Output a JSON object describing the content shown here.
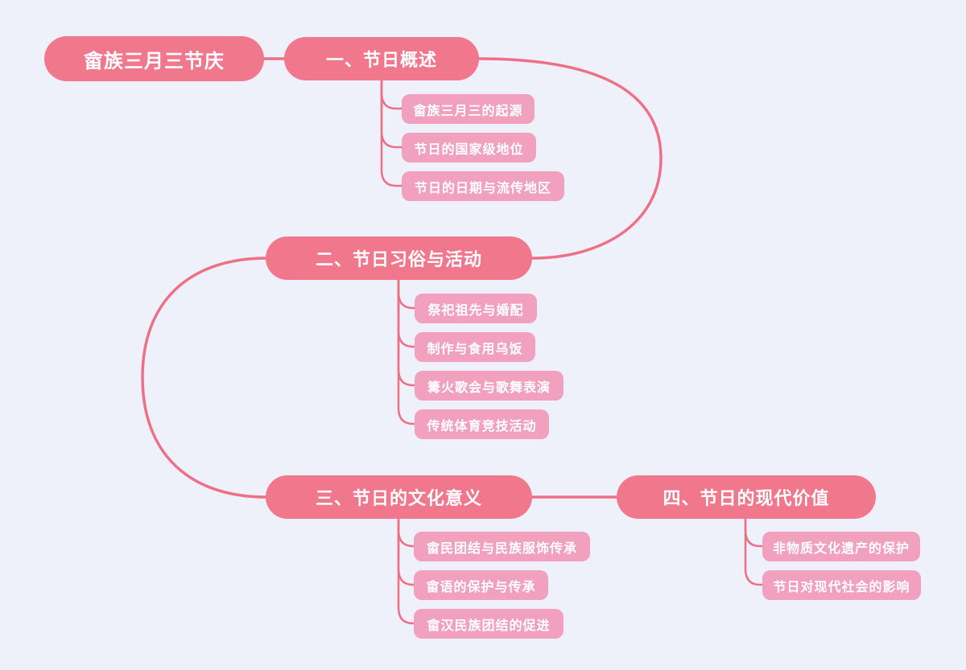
{
  "colors": {
    "background": "#eef0fa",
    "main_node_fill": "#f0778c",
    "child_node_fill": "#f1a1be",
    "connector_line": "#ee7086",
    "node_text": "#ffffff"
  },
  "mindmap": {
    "root": {
      "label": "畲族三月三节庆"
    },
    "branches": [
      {
        "label": "一、节日概述",
        "children": [
          "畲族三月三的起源",
          "节日的国家级地位",
          "节日的日期与流传地区"
        ]
      },
      {
        "label": "二、节日习俗与活动",
        "children": [
          "祭祀祖先与婚配",
          "制作与食用乌饭",
          "篝火歌会与歌舞表演",
          "传统体育竞技活动"
        ]
      },
      {
        "label": "三、节日的文化意义",
        "children": [
          "畲民团结与民族服饰传承",
          "畲语的保护与传承",
          "畲汉民族团结的促进"
        ]
      },
      {
        "label": "四、节日的现代价值",
        "children": [
          "非物质文化遗产的保护",
          "节日对现代社会的影响"
        ]
      }
    ]
  }
}
